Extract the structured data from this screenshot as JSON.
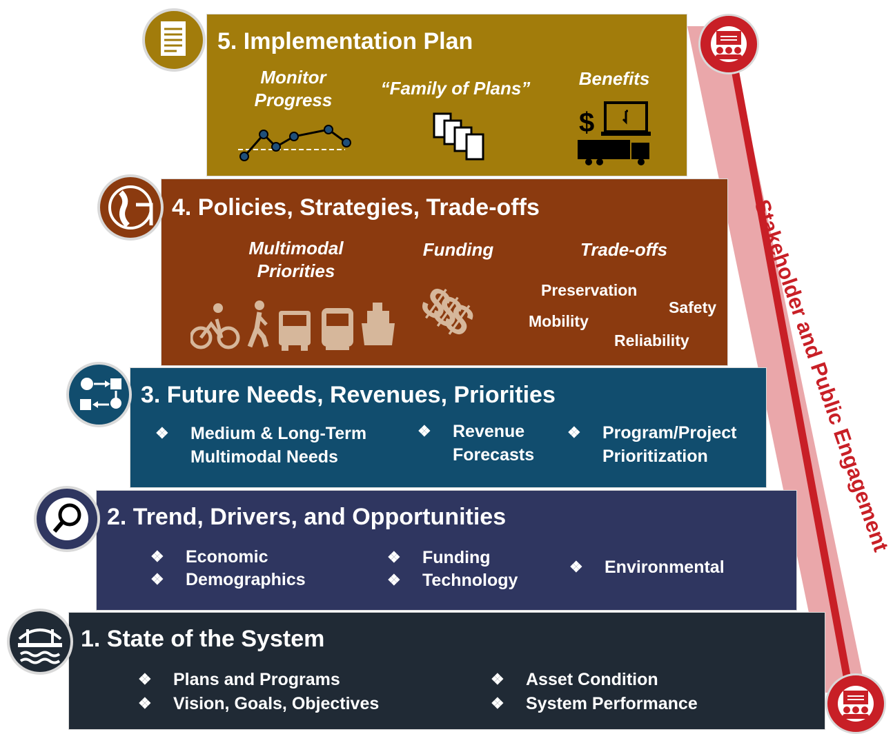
{
  "engagement": {
    "label": "Stakeholder and Public Engagement"
  },
  "tier5": {
    "title": "5. Implementation Plan",
    "items": [
      "Monitor Progress",
      "“Family of Plans”",
      "Benefits"
    ],
    "dollar": "$"
  },
  "tier4": {
    "title": "4. Policies, Strategies, Trade-offs",
    "headings": [
      "Multimodal Priorities",
      "Funding",
      "Trade-offs"
    ],
    "tradeoffs": [
      "Preservation",
      "Safety",
      "Mobility",
      "Reliability"
    ],
    "dollars": "$$$"
  },
  "tier3": {
    "title": "3. Future Needs, Revenues, Priorities",
    "bullets": [
      "Medium & Long-Term Multimodal Needs",
      "Revenue Forecasts",
      "Program/Project Prioritization"
    ]
  },
  "tier2": {
    "title": "2. Trend, Drivers, and Opportunities",
    "bullets": [
      "Economic",
      "Demographics",
      "Funding",
      "Technology",
      "Environmental"
    ]
  },
  "tier1": {
    "title": "1. State of the System",
    "bullets": [
      "Plans and Programs",
      "Vision, Goals, Objectives",
      "Asset Condition",
      "System Performance"
    ]
  },
  "bullet_glyph": "❖",
  "colors": {
    "tier5": "#a27c0b",
    "tier4": "#8b3a0f",
    "tier3": "#114d6e",
    "tier2": "#2f3660",
    "tier1": "#202a35",
    "engagement": "#c81f26",
    "engagement_band": "#eaa7aa"
  }
}
